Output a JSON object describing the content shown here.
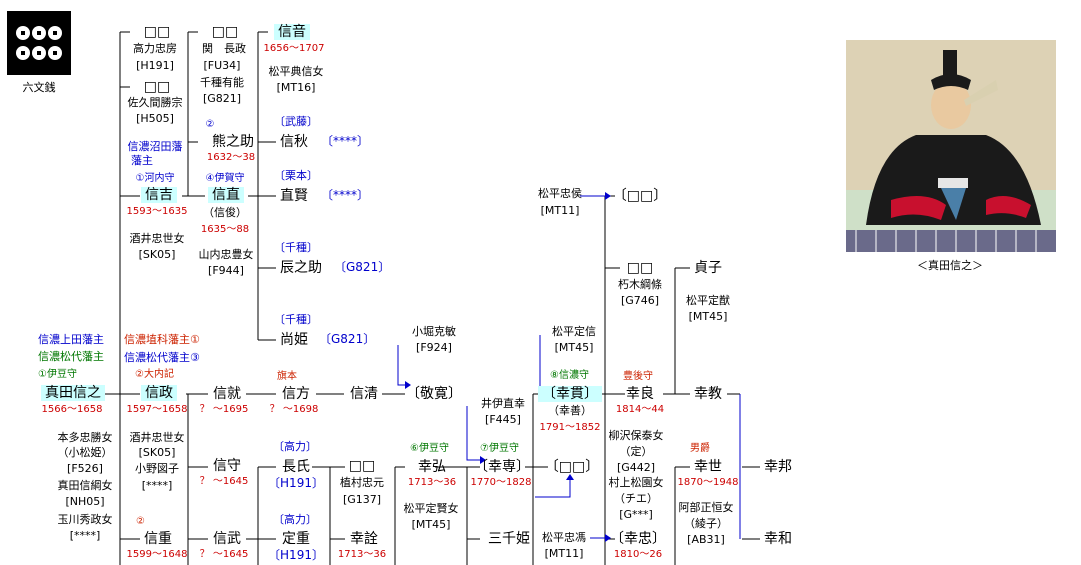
{
  "crest": {
    "label": "六文銭"
  },
  "portrait": {
    "caption": "＜真田信之＞"
  },
  "persons": [
    {
      "id": "nobuyuki",
      "name": "真田信之",
      "title": "①伊豆守",
      "years": "1566～1658"
    },
    {
      "id": "nobumasa",
      "name": "信政",
      "title": "②大内記",
      "years": "1597～1658"
    },
    {
      "id": "nobushige",
      "name": "信重",
      "title": "②",
      "years": "1599～1648"
    },
    {
      "id": "nobuyoshi",
      "name": "信吉",
      "title": "①河内守",
      "years": "1593～1635"
    },
    {
      "id": "kumanosuke",
      "name": "熊之助",
      "title": "②",
      "years": "1632～38"
    },
    {
      "id": "nobunao",
      "name": "信直",
      "title": "④伊賀守",
      "years": "1635～88",
      "alias": "（信俊）"
    },
    {
      "id": "nobuoto",
      "name": "信音",
      "years": "1656～1707"
    },
    {
      "id": "nobuaki",
      "name": "信秋",
      "clan": "〔武藤〕",
      "code": "〔****〕"
    },
    {
      "id": "naokata",
      "name": "直賢",
      "clan": "〔栗本〕",
      "code": "〔****〕"
    },
    {
      "id": "tatsunosuke",
      "name": "辰之助",
      "clan": "〔千種〕",
      "code": "〔G821〕"
    },
    {
      "id": "hisahime",
      "name": "尚姫",
      "clan": "〔千種〕",
      "code": "〔G821〕"
    },
    {
      "id": "nobunari",
      "name": "信就",
      "years": "？ ～1695"
    },
    {
      "id": "nobumori",
      "name": "信守",
      "years": "？ ～1645"
    },
    {
      "id": "nobutake",
      "name": "信武",
      "years": "？ ～1645"
    },
    {
      "id": "nobukata",
      "name": "信方",
      "title": "旗本",
      "years": "？ ～1698"
    },
    {
      "id": "nagauji",
      "name": "長氏",
      "clan": "〔高力〕",
      "code": "〔H191〕"
    },
    {
      "id": "sadashige",
      "name": "定重",
      "clan": "〔高力〕",
      "code": "〔H191〕"
    },
    {
      "id": "nobukiyo",
      "name": "信清"
    },
    {
      "id": "norihiro",
      "name": "〔敬寛〕"
    },
    {
      "id": "kmk",
      "name": "□□"
    },
    {
      "id": "yukinori",
      "name": "幸詮",
      "years": "1713～36"
    },
    {
      "id": "yukihiro",
      "name": "幸弘",
      "title": "⑥伊豆守",
      "years": "1713～36"
    },
    {
      "id": "yukitaka",
      "name": "〔幸専〕",
      "title": "⑦伊豆守",
      "years": "1770～1828"
    },
    {
      "id": "sanzen",
      "name": "三千姫"
    },
    {
      "id": "yukitsura",
      "name": "〔幸貫〕",
      "title": "⑧信濃守",
      "years": "1791～1852",
      "alias": "（幸善）"
    },
    {
      "id": "kmk2",
      "name": "〔□□〕"
    },
    {
      "id": "kmk3",
      "name": "〔□□〕"
    },
    {
      "id": "kmk4",
      "name": "□□"
    },
    {
      "id": "yukiyoshi",
      "name": "幸良",
      "title": "豊後守",
      "years": "1814～44"
    },
    {
      "id": "yukitada",
      "name": "〔幸忠〕",
      "years": "1810～26"
    },
    {
      "id": "sadako",
      "name": "貞子"
    },
    {
      "id": "yukinori2",
      "name": "幸教"
    },
    {
      "id": "yukiyo",
      "name": "幸世",
      "title": "男爵",
      "years": "1870～1948"
    },
    {
      "id": "yukikuni",
      "name": "幸邦"
    },
    {
      "id": "yukikazu",
      "name": "幸和"
    }
  ],
  "spouses": {
    "nobuyuki": [
      "本多忠勝女",
      "（小松姫）",
      "[F526]",
      "真田信綱女",
      "[NH05]",
      "玉川秀政女",
      "[****]"
    ],
    "nobumasa": [
      "酒井忠世女",
      "[SK05]",
      "小野図子",
      "[****]"
    ],
    "nobuyoshi": [
      "酒井忠世女",
      "[SK05]"
    ],
    "nobunao": [
      "山内忠豊女",
      "[F944]"
    ],
    "nobuoto": [
      "松平典信女",
      "[MT16]"
    ],
    "yukihiro": [
      "松平定賢女",
      "[MT45]"
    ],
    "yukiyoshi": [
      "柳沢保泰女",
      "（定）",
      "[G442]",
      "村上松園女",
      "（チエ）",
      "[G***]"
    ],
    "yukiyo": [
      "阿部正恒女",
      "（綾子）",
      "[AB31]"
    ],
    "kmk4": [
      "朽木綱條",
      "[G746]"
    ],
    "sadako": [
      "松平定猷",
      "[MT45]"
    ]
  },
  "siblings_top": [
    {
      "name": "□□",
      "lines": [
        "高力忠房",
        "[H191]"
      ]
    },
    {
      "name": "□□",
      "lines": [
        "佐久間勝宗",
        "[H505]"
      ]
    },
    {
      "name": "□□",
      "lines": [
        "関　長政",
        "[FU34]",
        "千種有能",
        "[G821]"
      ]
    }
  ],
  "fief_labels": {
    "numata": [
      "信濃沼田藩",
      "藩主"
    ],
    "ueda": "信濃上田藩主",
    "matsushiro_n": "信濃松代藩主",
    "hanishina": "信濃埴科藩主①",
    "matsushiro_s": "信濃松代藩主③"
  },
  "adopt_sources": [
    {
      "lines": [
        "松平忠侯",
        "[MT11]"
      ]
    },
    {
      "lines": [
        "小堀克敏",
        "[F924]"
      ]
    },
    {
      "lines": [
        "松平定信",
        "[MT45]"
      ]
    },
    {
      "lines": [
        "井伊直幸",
        "[F445]"
      ]
    },
    {
      "lines": [
        "植村忠元",
        "[G137]"
      ]
    },
    {
      "lines": [
        "松平忠馮",
        "[MT11]"
      ]
    }
  ]
}
